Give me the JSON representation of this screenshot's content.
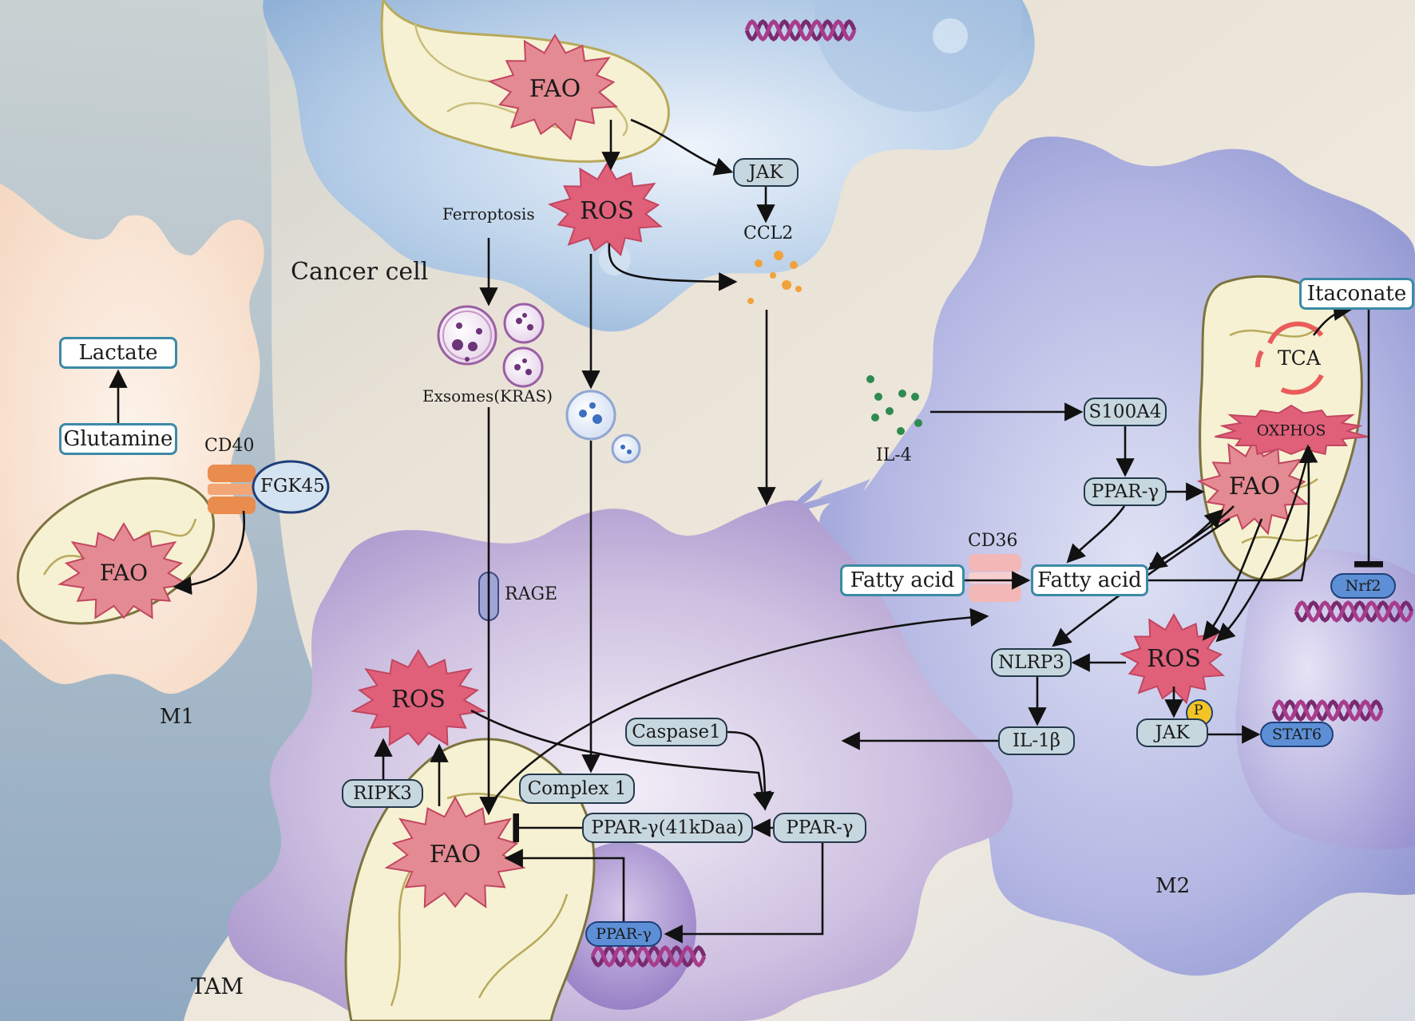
{
  "cells": {
    "cancer_cell": "Cancer cell",
    "m1": "M1",
    "m2": "M2",
    "tam": "TAM"
  },
  "cancer": {
    "fao": "FAO",
    "ros": "ROS",
    "jak": "JAK",
    "ccl2": "CCL2",
    "ferroptosis": "Ferroptosis",
    "exosomes": "Exsomes(KRAS)"
  },
  "m1": {
    "lactate": "Lactate",
    "glutamine": "Glutamine",
    "cd40": "CD40",
    "fgk45": "FGK45",
    "fao": "FAO"
  },
  "tam": {
    "rage": "RAGE",
    "ros": "ROS",
    "ripk3": "RIPK3",
    "fao": "FAO",
    "caspase1": "Caspase1",
    "complex1": "Complex 1",
    "ppar_41": "PPAR-γ(41kDaa)",
    "ppar": "PPAR-γ",
    "ppar_nucleus": "PPAR-γ"
  },
  "m2": {
    "itaconate": "Itaconate",
    "tca": "TCA",
    "oxphos": "OXPHOS",
    "il4": "IL-4",
    "s100a4": "S100A4",
    "ppar": "PPAR-γ",
    "fao": "FAO",
    "cd36": "CD36",
    "fatty_acid_out": "Fatty acid",
    "fatty_acid_in": "Fatty acid",
    "nrf2": "Nrf2",
    "nlrp3": "NLRP3",
    "ros": "ROS",
    "il1b": "IL-1β",
    "jak": "JAK",
    "p": "P",
    "stat6": "STAT6"
  },
  "colors": {
    "fao_star": "#e48a92",
    "ros_star": "#e0607a",
    "box_border": "#3d8aa6",
    "grey_box": "#c7d7e0",
    "nuclear_box": "#5d8fd6",
    "dna": "#7a2a6e",
    "arrow": "#111111"
  }
}
